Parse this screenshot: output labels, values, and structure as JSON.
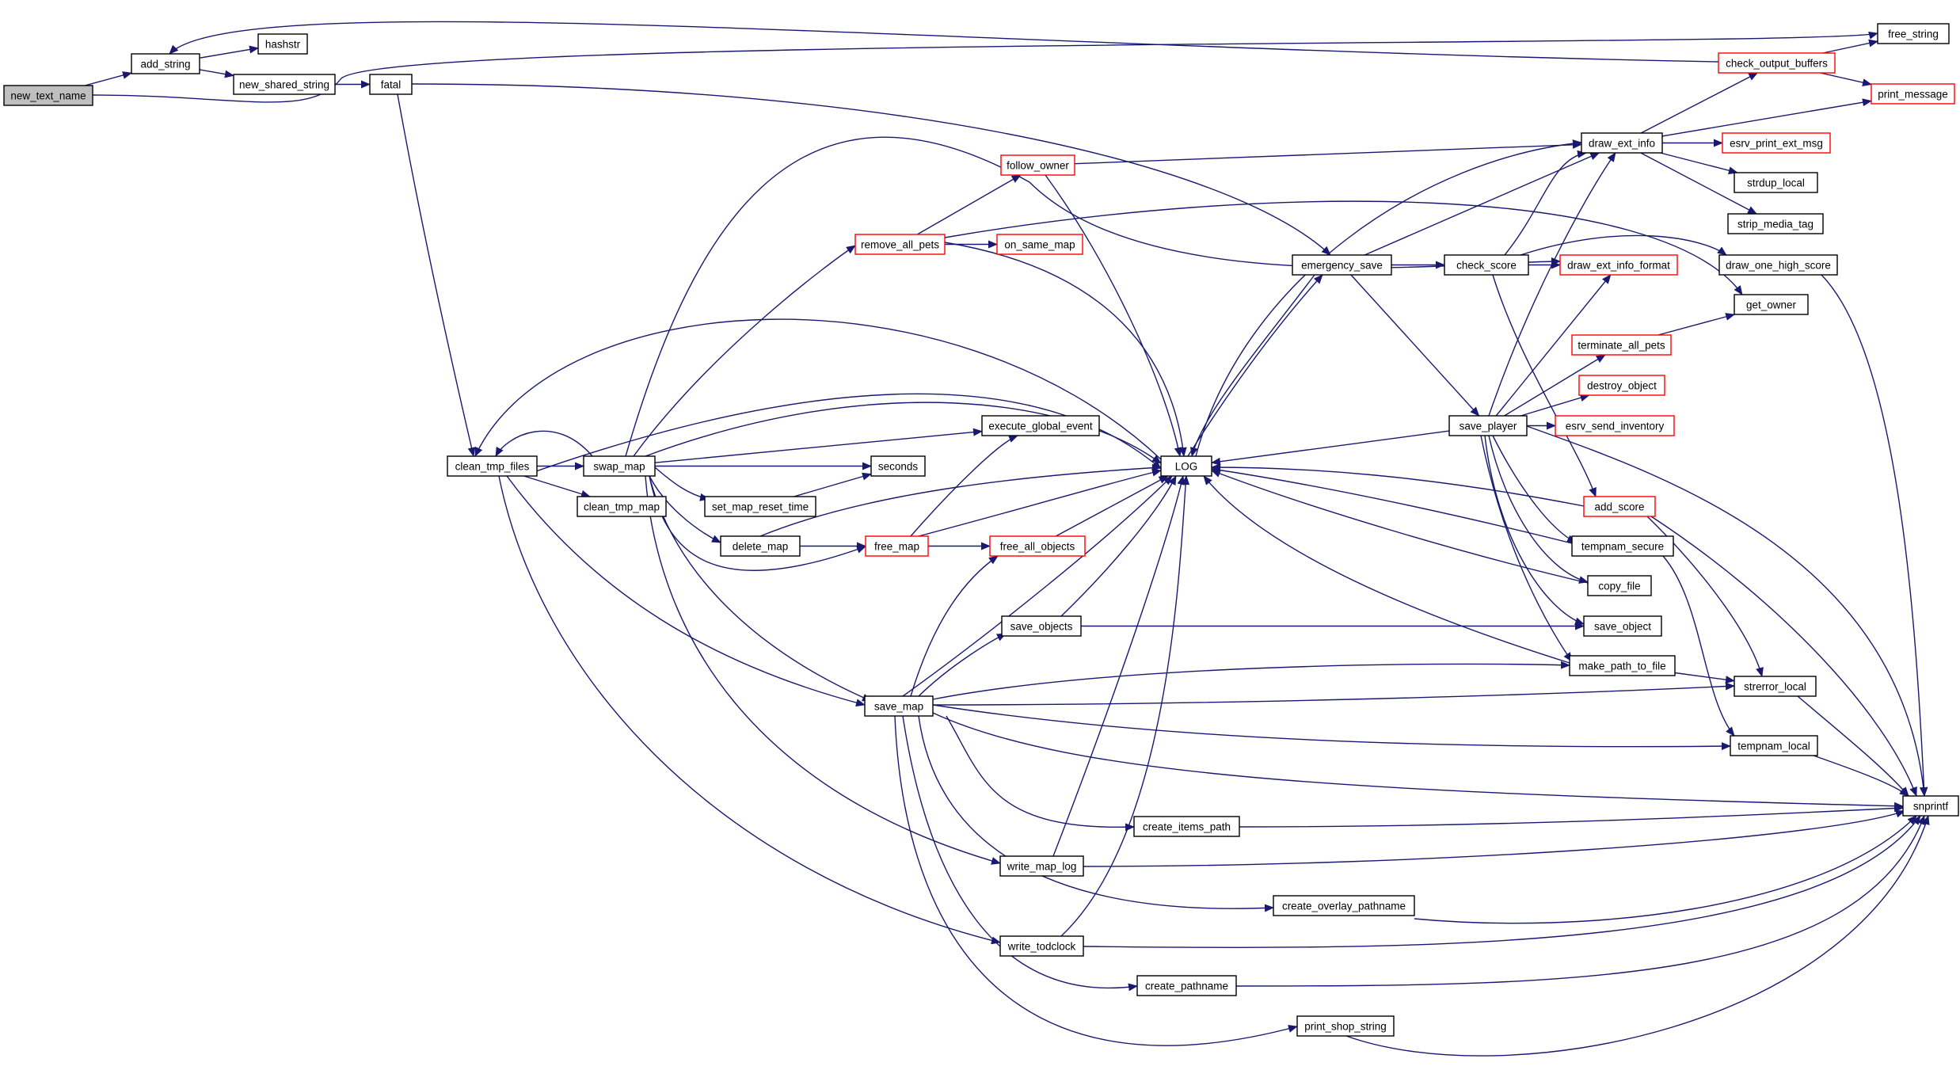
{
  "colors": {
    "edge": "#191970",
    "node_border": "#000000",
    "truncated_border": "#ff0000",
    "root_fill": "#bfbfbf",
    "node_fill": "#ffffff"
  },
  "root": "new_text_name",
  "nodes": [
    {
      "id": "new_text_name",
      "label": "new_text_name",
      "root": true
    },
    {
      "id": "add_string",
      "label": "add_string"
    },
    {
      "id": "hashstr",
      "label": "hashstr"
    },
    {
      "id": "new_shared_string",
      "label": "new_shared_string"
    },
    {
      "id": "fatal",
      "label": "fatal"
    },
    {
      "id": "free_string",
      "label": "free_string"
    },
    {
      "id": "check_output_buffers",
      "label": "check_output_buffers",
      "truncated": true
    },
    {
      "id": "print_message",
      "label": "print_message",
      "truncated": true
    },
    {
      "id": "draw_ext_info",
      "label": "draw_ext_info"
    },
    {
      "id": "esrv_print_ext_msg",
      "label": "esrv_print_ext_msg",
      "truncated": true
    },
    {
      "id": "strdup_local",
      "label": "strdup_local"
    },
    {
      "id": "strip_media_tag",
      "label": "strip_media_tag"
    },
    {
      "id": "follow_owner",
      "label": "follow_owner",
      "truncated": true
    },
    {
      "id": "remove_all_pets",
      "label": "remove_all_pets",
      "truncated": true
    },
    {
      "id": "on_same_map",
      "label": "on_same_map",
      "truncated": true
    },
    {
      "id": "emergency_save",
      "label": "emergency_save"
    },
    {
      "id": "check_score",
      "label": "check_score"
    },
    {
      "id": "draw_ext_info_format",
      "label": "draw_ext_info_format",
      "truncated": true
    },
    {
      "id": "draw_one_high_score",
      "label": "draw_one_high_score"
    },
    {
      "id": "get_owner",
      "label": "get_owner"
    },
    {
      "id": "terminate_all_pets",
      "label": "terminate_all_pets",
      "truncated": true
    },
    {
      "id": "destroy_object",
      "label": "destroy_object",
      "truncated": true
    },
    {
      "id": "esrv_send_inventory",
      "label": "esrv_send_inventory",
      "truncated": true
    },
    {
      "id": "save_player",
      "label": "save_player"
    },
    {
      "id": "clean_tmp_files",
      "label": "clean_tmp_files"
    },
    {
      "id": "swap_map",
      "label": "swap_map"
    },
    {
      "id": "execute_global_event",
      "label": "execute_global_event"
    },
    {
      "id": "LOG",
      "label": "LOG"
    },
    {
      "id": "seconds",
      "label": "seconds"
    },
    {
      "id": "clean_tmp_map",
      "label": "clean_tmp_map"
    },
    {
      "id": "set_map_reset_time",
      "label": "set_map_reset_time"
    },
    {
      "id": "delete_map",
      "label": "delete_map"
    },
    {
      "id": "free_map",
      "label": "free_map",
      "truncated": true
    },
    {
      "id": "free_all_objects",
      "label": "free_all_objects",
      "truncated": true
    },
    {
      "id": "add_score",
      "label": "add_score",
      "truncated": true
    },
    {
      "id": "tempnam_secure",
      "label": "tempnam_secure"
    },
    {
      "id": "copy_file",
      "label": "copy_file"
    },
    {
      "id": "save_objects",
      "label": "save_objects"
    },
    {
      "id": "save_object",
      "label": "save_object"
    },
    {
      "id": "make_path_to_file",
      "label": "make_path_to_file"
    },
    {
      "id": "strerror_local",
      "label": "strerror_local"
    },
    {
      "id": "save_map",
      "label": "save_map"
    },
    {
      "id": "tempnam_local",
      "label": "tempnam_local"
    },
    {
      "id": "snprintf",
      "label": "snprintf"
    },
    {
      "id": "create_items_path",
      "label": "create_items_path"
    },
    {
      "id": "write_map_log",
      "label": "write_map_log"
    },
    {
      "id": "create_overlay_pathname",
      "label": "create_overlay_pathname"
    },
    {
      "id": "write_todclock",
      "label": "write_todclock"
    },
    {
      "id": "create_pathname",
      "label": "create_pathname"
    },
    {
      "id": "print_shop_string",
      "label": "print_shop_string"
    }
  ],
  "edges": [
    [
      "new_text_name",
      "add_string"
    ],
    [
      "new_text_name",
      "free_string"
    ],
    [
      "add_string",
      "hashstr"
    ],
    [
      "add_string",
      "new_shared_string"
    ],
    [
      "new_shared_string",
      "fatal"
    ],
    [
      "fatal",
      "clean_tmp_files"
    ],
    [
      "fatal",
      "emergency_save"
    ],
    [
      "check_output_buffers",
      "add_string"
    ],
    [
      "check_output_buffers",
      "free_string"
    ],
    [
      "check_output_buffers",
      "print_message"
    ],
    [
      "draw_ext_info",
      "check_output_buffers"
    ],
    [
      "draw_ext_info",
      "print_message"
    ],
    [
      "draw_ext_info",
      "esrv_print_ext_msg"
    ],
    [
      "draw_ext_info",
      "strdup_local"
    ],
    [
      "draw_ext_info",
      "strip_media_tag"
    ],
    [
      "follow_owner",
      "draw_ext_info"
    ],
    [
      "follow_owner",
      "LOG"
    ],
    [
      "remove_all_pets",
      "follow_owner"
    ],
    [
      "remove_all_pets",
      "on_same_map"
    ],
    [
      "remove_all_pets",
      "get_owner"
    ],
    [
      "remove_all_pets",
      "LOG"
    ],
    [
      "emergency_save",
      "check_score"
    ],
    [
      "emergency_save",
      "draw_ext_info"
    ],
    [
      "emergency_save",
      "save_player"
    ],
    [
      "emergency_save",
      "LOG"
    ],
    [
      "check_score",
      "draw_ext_info"
    ],
    [
      "check_score",
      "draw_ext_info_format"
    ],
    [
      "check_score",
      "draw_one_high_score"
    ],
    [
      "check_score",
      "add_score"
    ],
    [
      "draw_one_high_score",
      "snprintf"
    ],
    [
      "terminate_all_pets",
      "get_owner"
    ],
    [
      "save_player",
      "draw_ext_info"
    ],
    [
      "save_player",
      "draw_ext_info_format"
    ],
    [
      "save_player",
      "terminate_all_pets"
    ],
    [
      "save_player",
      "destroy_object"
    ],
    [
      "save_player",
      "esrv_send_inventory"
    ],
    [
      "save_player",
      "LOG"
    ],
    [
      "save_player",
      "tempnam_secure"
    ],
    [
      "save_player",
      "copy_file"
    ],
    [
      "save_player",
      "save_object"
    ],
    [
      "save_player",
      "make_path_to_file"
    ],
    [
      "save_player",
      "snprintf"
    ],
    [
      "clean_tmp_files",
      "swap_map"
    ],
    [
      "clean_tmp_files",
      "clean_tmp_map"
    ],
    [
      "clean_tmp_files",
      "LOG"
    ],
    [
      "clean_tmp_files",
      "save_map"
    ],
    [
      "clean_tmp_files",
      "write_todclock"
    ],
    [
      "swap_map",
      "remove_all_pets"
    ],
    [
      "swap_map",
      "execute_global_event"
    ],
    [
      "swap_map",
      "LOG"
    ],
    [
      "swap_map",
      "seconds"
    ],
    [
      "swap_map",
      "set_map_reset_time"
    ],
    [
      "swap_map",
      "delete_map"
    ],
    [
      "swap_map",
      "free_map"
    ],
    [
      "swap_map",
      "save_map"
    ],
    [
      "swap_map",
      "write_map_log"
    ],
    [
      "swap_map",
      "clean_tmp_files"
    ],
    [
      "swap_map",
      "draw_ext_info_format"
    ],
    [
      "LOG",
      "emergency_save"
    ],
    [
      "LOG",
      "clean_tmp_files"
    ],
    [
      "LOG",
      "draw_ext_info"
    ],
    [
      "set_map_reset_time",
      "seconds"
    ],
    [
      "delete_map",
      "free_map"
    ],
    [
      "delete_map",
      "LOG"
    ],
    [
      "free_map",
      "execute_global_event"
    ],
    [
      "free_map",
      "LOG"
    ],
    [
      "free_map",
      "free_all_objects"
    ],
    [
      "free_all_objects",
      "LOG"
    ],
    [
      "add_score",
      "LOG"
    ],
    [
      "add_score",
      "strerror_local"
    ],
    [
      "add_score",
      "snprintf"
    ],
    [
      "tempnam_secure",
      "LOG"
    ],
    [
      "tempnam_secure",
      "tempnam_local"
    ],
    [
      "copy_file",
      "LOG"
    ],
    [
      "save_objects",
      "LOG"
    ],
    [
      "save_objects",
      "save_object"
    ],
    [
      "make_path_to_file",
      "LOG"
    ],
    [
      "make_path_to_file",
      "strerror_local"
    ],
    [
      "strerror_local",
      "snprintf"
    ],
    [
      "tempnam_local",
      "snprintf"
    ],
    [
      "save_map",
      "LOG"
    ],
    [
      "save_map",
      "free_all_objects"
    ],
    [
      "save_map",
      "save_objects"
    ],
    [
      "save_map",
      "make_path_to_file"
    ],
    [
      "save_map",
      "strerror_local"
    ],
    [
      "save_map",
      "tempnam_local"
    ],
    [
      "save_map",
      "snprintf"
    ],
    [
      "save_map",
      "create_items_path"
    ],
    [
      "save_map",
      "create_overlay_pathname"
    ],
    [
      "save_map",
      "create_pathname"
    ],
    [
      "save_map",
      "print_shop_string"
    ],
    [
      "create_items_path",
      "snprintf"
    ],
    [
      "write_map_log",
      "LOG"
    ],
    [
      "write_map_log",
      "snprintf"
    ],
    [
      "create_overlay_pathname",
      "snprintf"
    ],
    [
      "write_todclock",
      "LOG"
    ],
    [
      "write_todclock",
      "snprintf"
    ],
    [
      "create_pathname",
      "snprintf"
    ],
    [
      "print_shop_string",
      "snprintf"
    ]
  ]
}
